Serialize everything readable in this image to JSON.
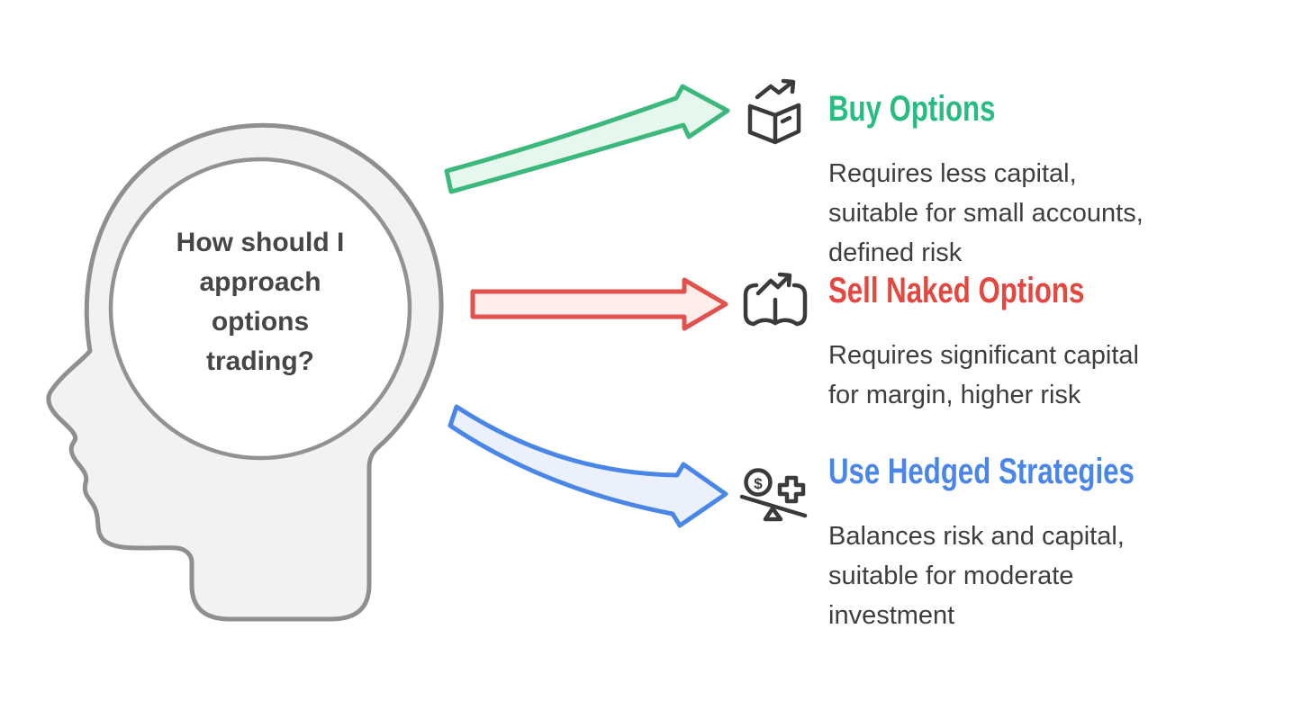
{
  "head": {
    "question": "How should I\napproach\noptions\ntrading?",
    "fill": "#f2f2f2",
    "stroke": "#8f8f8f",
    "inner_circle_fill": "#ffffff",
    "inner_circle_stroke": "#929292"
  },
  "options": [
    {
      "title": "Buy Options",
      "description": "Requires less capital,\nsuitable for small accounts,\ndefined risk",
      "title_color": "#27bd80",
      "arrow_stroke": "#3cb87c",
      "arrow_fill": "#e6f7ee",
      "icon": "box-with-trend-arrow"
    },
    {
      "title": "Sell Naked Options",
      "description": "Requires significant capital\nfor margin, higher risk",
      "title_color": "#e24740",
      "arrow_stroke": "#e2514b",
      "arrow_fill": "#fdedeb",
      "icon": "book-with-trend-arrow"
    },
    {
      "title": "Use Hedged Strategies",
      "description": "Balances risk and capital,\nsuitable for moderate\ninvestment",
      "title_color": "#4a86e8",
      "arrow_stroke": "#4a86e8",
      "arrow_fill": "#eaf1fc",
      "icon": "balance-scale-dollar-plus"
    }
  ],
  "glyphs": {
    "dollar": "$"
  },
  "icon_stroke": "#3a3a3a"
}
